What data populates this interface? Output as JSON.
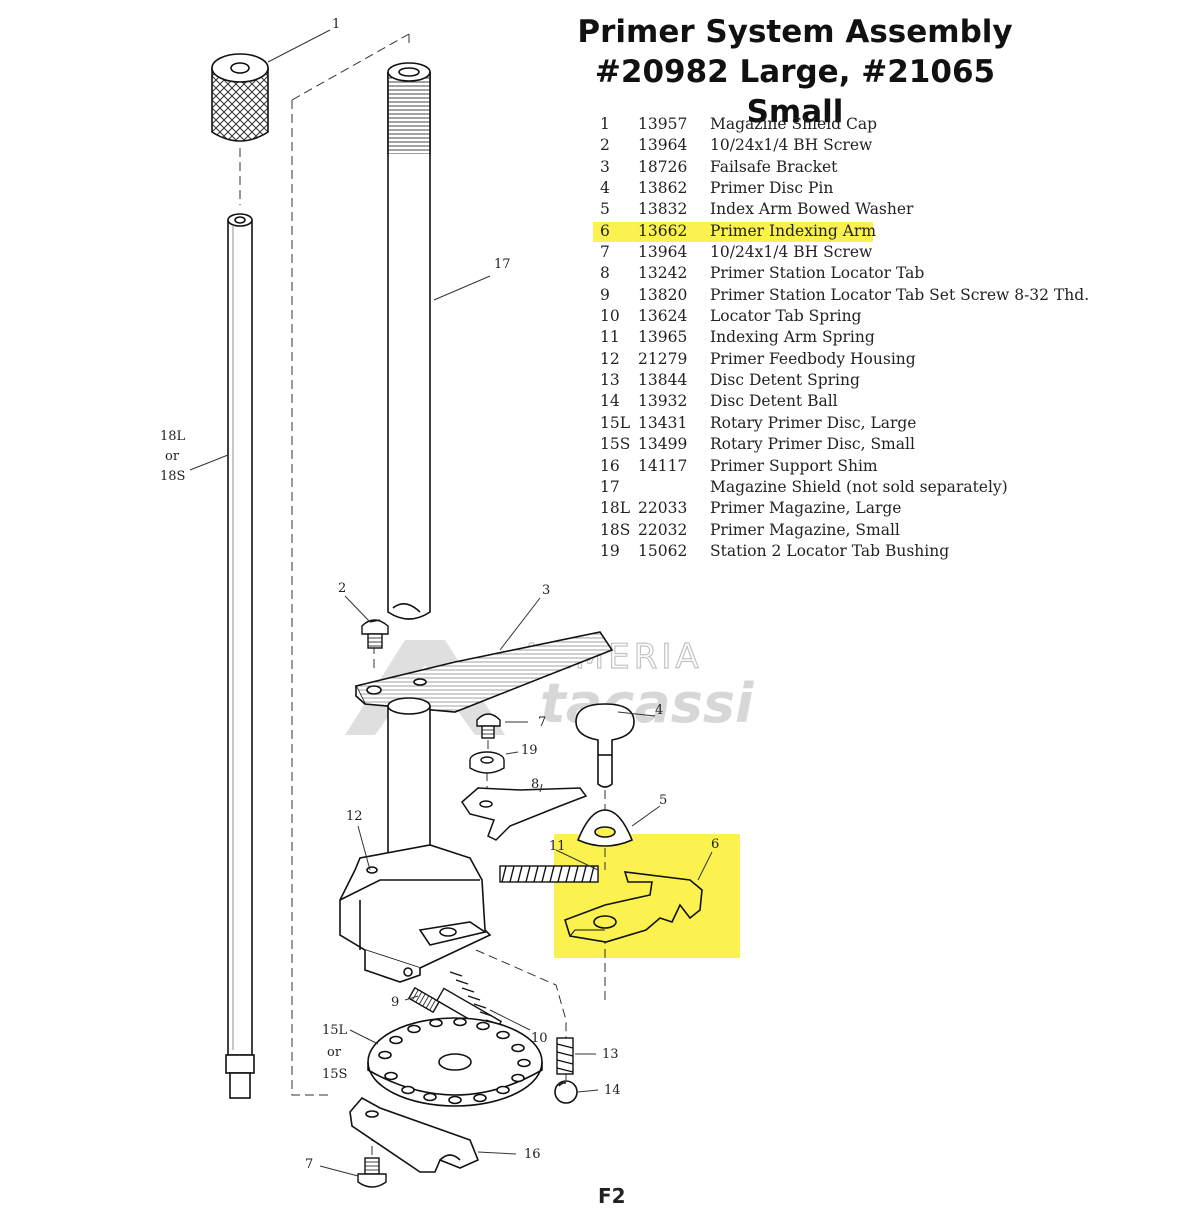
{
  "title_line1": "Primer System Assembly",
  "title_line2": "#20982 Large, #21065 Small",
  "parts": [
    {
      "idx": "1",
      "num": "13957",
      "desc": "Magazine Shield Cap"
    },
    {
      "idx": "2",
      "num": "13964",
      "desc": "10/24x1/4 BH Screw"
    },
    {
      "idx": "3",
      "num": "18726",
      "desc": "Failsafe Bracket"
    },
    {
      "idx": "4",
      "num": "13862",
      "desc": "Primer Disc Pin"
    },
    {
      "idx": "5",
      "num": "13832",
      "desc": "Index Arm Bowed Washer"
    },
    {
      "idx": "6",
      "num": "13662",
      "desc": "Primer Indexing Arm",
      "highlight": true
    },
    {
      "idx": "7",
      "num": "13964",
      "desc": "10/24x1/4 BH Screw"
    },
    {
      "idx": "8",
      "num": "13242",
      "desc": "Primer Station Locator Tab"
    },
    {
      "idx": "9",
      "num": "13820",
      "desc": "Primer Station Locator Tab Set Screw 8-32 Thd."
    },
    {
      "idx": "10",
      "num": "13624",
      "desc": "Locator Tab Spring"
    },
    {
      "idx": "11",
      "num": "13965",
      "desc": "Indexing Arm Spring"
    },
    {
      "idx": "12",
      "num": "21279",
      "desc": "Primer Feedbody Housing"
    },
    {
      "idx": "13",
      "num": "13844",
      "desc": "Disc Detent Spring"
    },
    {
      "idx": "14",
      "num": "13932",
      "desc": "Disc Detent Ball"
    },
    {
      "idx": "15L",
      "num": "13431",
      "desc": "Rotary Primer Disc, Large"
    },
    {
      "idx": "15S",
      "num": "13499",
      "desc": "Rotary Primer Disc, Small"
    },
    {
      "idx": "16",
      "num": "14117",
      "desc": "Primer Support Shim"
    },
    {
      "idx": "17",
      "num": "",
      "desc": "Magazine Shield (not sold separately)"
    },
    {
      "idx": "18L",
      "num": "22033",
      "desc": "Primer Magazine, Large"
    },
    {
      "idx": "18S",
      "num": "22032",
      "desc": "Primer Magazine, Small"
    },
    {
      "idx": "19",
      "num": "15062",
      "desc": "Station 2 Locator Tab Bushing"
    }
  ],
  "callouts": {
    "c1": "1",
    "c2": "2",
    "c3": "3",
    "c4": "4",
    "c5": "5",
    "c6": "6",
    "c7a": "7",
    "c7b": "7",
    "c8": "8",
    "c9": "9",
    "c10": "10",
    "c11": "11",
    "c12": "12",
    "c13": "13",
    "c14": "14",
    "c15a": "15L",
    "c15b": "or",
    "c15c": "15S",
    "c16": "16",
    "c17": "17",
    "c18a": "18L",
    "c18b": "or",
    "c18c": "18S",
    "c19": "19"
  },
  "watermark": {
    "line1": "ARMERIA",
    "line2": "tacassi"
  },
  "page_number": "F2",
  "colors": {
    "highlight": "#fbf250",
    "ink": "#1a1a1a",
    "watermark": "#d9d9d9"
  }
}
